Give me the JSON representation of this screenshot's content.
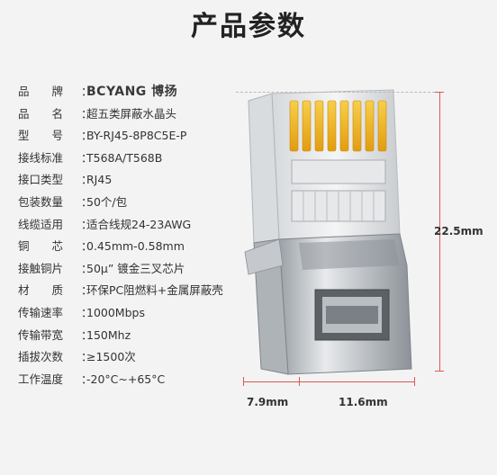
{
  "title": "产品参数",
  "specs": [
    {
      "key": "品　　牌",
      "value": "BCYANG 博扬"
    },
    {
      "key": "品　　名",
      "value": "超五类屏蔽水晶头"
    },
    {
      "key": "型　　号",
      "value": "BY-RJ45-8P8C5E-P"
    },
    {
      "key": "接线标准",
      "value": "T568A/T568B"
    },
    {
      "key": "接口类型",
      "value": "RJ45"
    },
    {
      "key": "包装数量",
      "value": "50个/包"
    },
    {
      "key": "线缆适用",
      "value": "适合线规24-23AWG"
    },
    {
      "key": "铜　　芯",
      "value": "0.45mm-0.58mm"
    },
    {
      "key": "接触铜片",
      "value": "50μ”  镀金三叉芯片"
    },
    {
      "key": "材　　质",
      "value": "环保PC阻燃料+金属屏蔽壳"
    },
    {
      "key": "传输速率",
      "value": "1000Mbps"
    },
    {
      "key": "传输带宽",
      "value": "150Mhz"
    },
    {
      "key": "插拔次数",
      "value": "≥1500次"
    },
    {
      "key": "工作温度",
      "value": "-20°C~+65°C"
    }
  ],
  "dimensions": {
    "height": "22.5mm",
    "depth": "7.9mm",
    "width": "11.6mm"
  },
  "colors": {
    "dimension_line": "#e05555",
    "gold_pins": "#f2b31a",
    "metal": "#c8ccd0"
  }
}
